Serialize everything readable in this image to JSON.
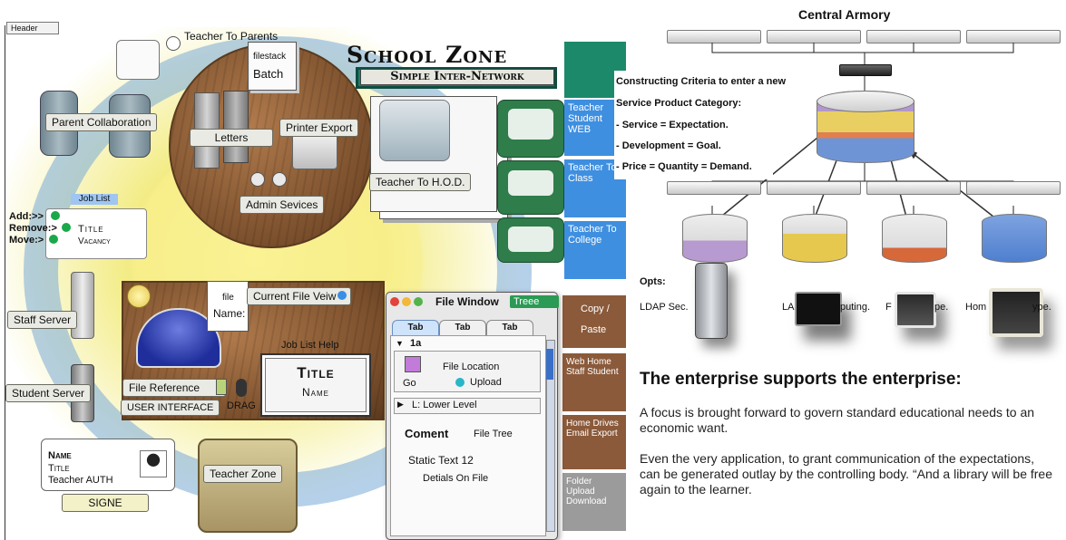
{
  "header_tab": "Header",
  "school": {
    "title": "School Zone",
    "subtitle": "Simple Inter-Network"
  },
  "labels": {
    "teacher_to_parents": "Teacher To Parents",
    "filestack": "filestack",
    "batch": "Batch",
    "parent_collaboration": "Parent Collaboration",
    "letters": "Letters",
    "printer_export": "Printer Export",
    "admin_services": "Admin Sevices",
    "teacher_to_hod": "Teacher To H.O.D.",
    "job_list": "Job List",
    "add": "Add:>>",
    "remove": "Remove:>",
    "move": "Move:>",
    "title_small": "Title",
    "vacancy": "Vacancy",
    "staff_server": "Staff Server",
    "student_server": "Student Server",
    "file_name_1": "file",
    "file_name_2": "Name:",
    "current_file_view": "Current File Veiw",
    "job_list_help": "Job List Help",
    "title_big": "Title",
    "name_big": "Name",
    "file_reference": "File Reference",
    "user_interface": "USER INTERFACE",
    "drag": "DRAG",
    "card_name": "Name",
    "card_title": "Title",
    "card_auth": "Teacher AUTH",
    "signe": "SIGNE",
    "teacher_zone": "Teacher Zone"
  },
  "file_window": {
    "title": "File Window",
    "badge": "Treee",
    "tabs": [
      "Tab",
      "Tab",
      "Tab"
    ],
    "section": "1a",
    "file_location": "File Location",
    "go": "Go",
    "upload": "Upload",
    "lower_level": "L: Lower Level",
    "comment": "Coment",
    "file_tree": "File Tree",
    "static_text": "Static Text 12",
    "details": "Detials On File"
  },
  "nav_blue": [
    {
      "label": "Teacher Student WEB"
    },
    {
      "label": "Teacher To Class"
    },
    {
      "label": "Teacher To College"
    }
  ],
  "nav_brown": [
    {
      "label": "Copy /"
    },
    {
      "label": "Paste"
    },
    {
      "label": "Web Home Staff Student"
    },
    {
      "label": "Home Drives Email Export"
    }
  ],
  "nav_gray": {
    "label": "Folder Upload Download"
  },
  "armory": {
    "title": "Central Armory",
    "criteria": [
      "Constructing Criteria to enter a new",
      "Service Product Category:",
      "- Service = Expectation.",
      "- Development = Goal.",
      "- Price = Quantity = Demand."
    ],
    "opts_label": "Opts:",
    "opts": [
      "LDAP Sec.",
      "LA",
      "puting.",
      "F",
      "pe.",
      "Hom",
      "ype."
    ]
  },
  "enterprise": {
    "heading": "The enterprise supports the enterprise:",
    "para1": "A focus is brought forward to govern standard educational needs to an economic want.",
    "para2": "Even the very application, to grant communication of the expectations, can be generated outlay by the controlling body.  “And a library will be free again to the learner."
  },
  "colors": {
    "blue_nav": "#3f8fe0",
    "teal": "#1c7f6c",
    "brown": "#8b5a3a",
    "yellow_pad": "#f5e87a"
  }
}
